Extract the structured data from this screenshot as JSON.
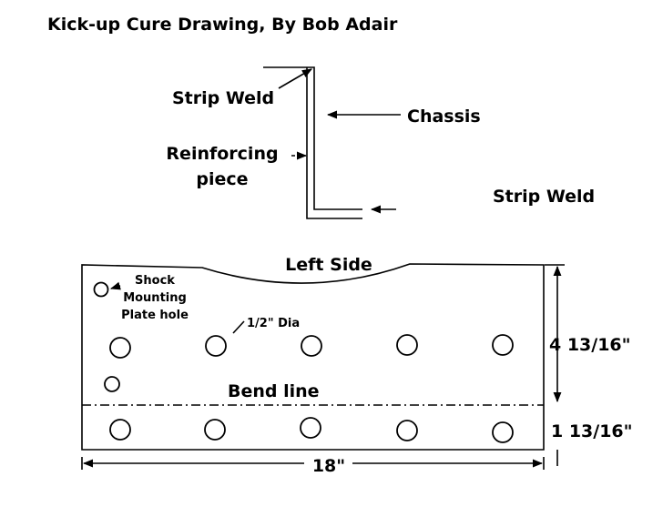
{
  "title": "Kick-up Cure Drawing, By Bob Adair",
  "profile": {
    "strip_weld_top": "Strip Weld",
    "chassis": "Chassis",
    "reinforcing_line1": "Reinforcing",
    "reinforcing_line2": "piece",
    "strip_weld_bottom": "Strip Weld"
  },
  "plate": {
    "left_side": "Left Side",
    "shock_line1": "Shock",
    "shock_line2": "Mounting",
    "shock_line3": "Plate hole",
    "hole_dia": "1/2\" Dia",
    "bend_line": "Bend line",
    "height_upper": "4  13/16\"",
    "height_lower": "1  13/16\"",
    "width": "18\""
  }
}
